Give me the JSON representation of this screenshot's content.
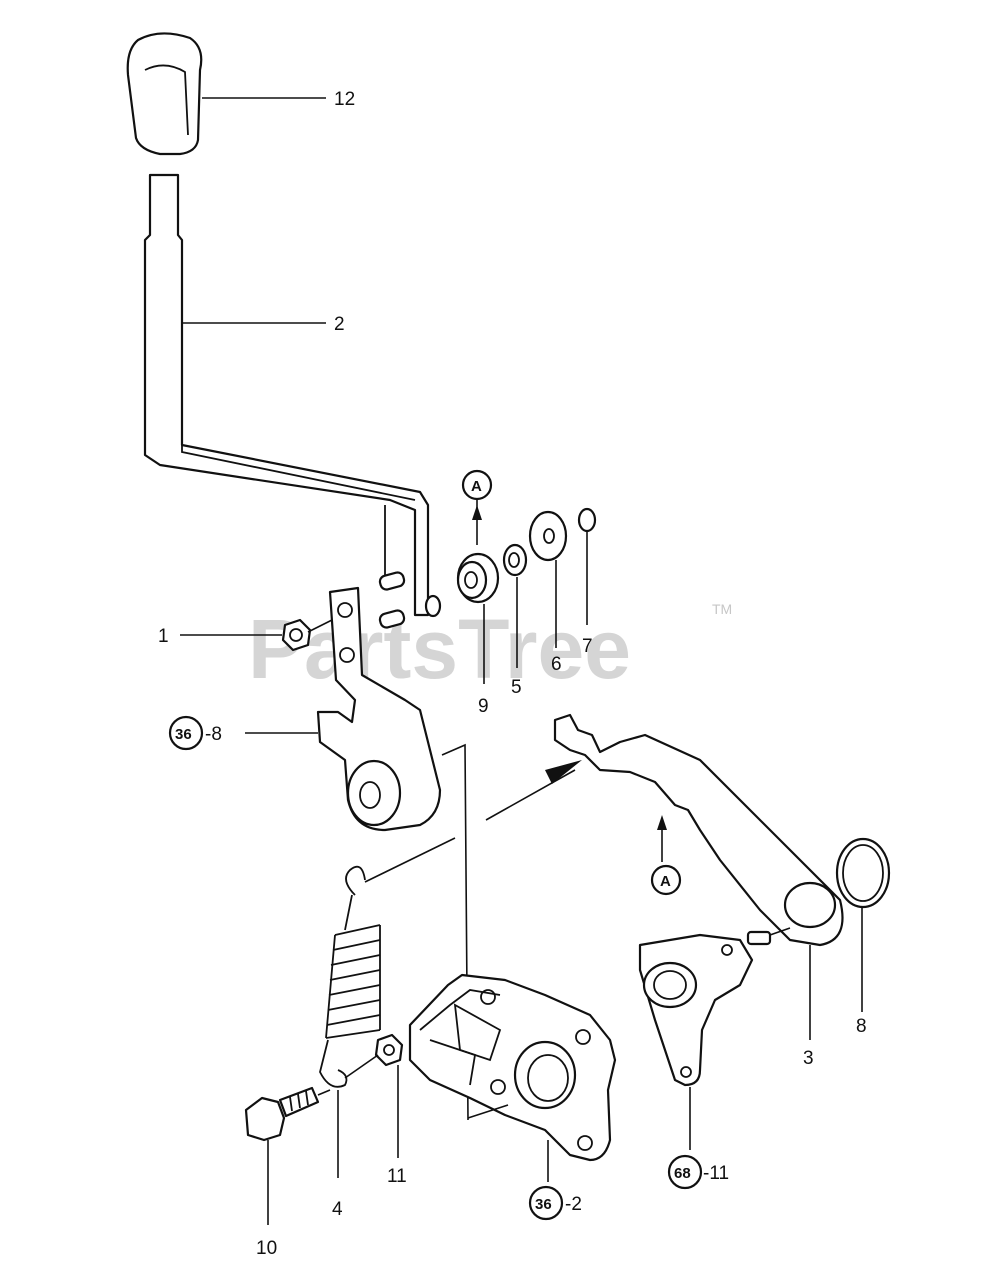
{
  "watermark": {
    "text": "PartsTree",
    "tm": "TM"
  },
  "view_marker": {
    "letter": "A"
  },
  "callouts": {
    "c1": "1",
    "c2": "2",
    "c3": "3",
    "c4": "4",
    "c5": "5",
    "c6": "6",
    "c7": "7",
    "c8": "8",
    "c9": "9",
    "c10": "10",
    "c11": "11",
    "c12": "12"
  },
  "group_refs": {
    "g36a": {
      "group": "36",
      "suffix": "-8"
    },
    "g36b": {
      "group": "36",
      "suffix": "-2"
    },
    "g68": {
      "group": "68",
      "suffix": "-11"
    }
  },
  "colors": {
    "line": "#111111",
    "watermark": "#c7c7c7",
    "background": "#ffffff"
  }
}
